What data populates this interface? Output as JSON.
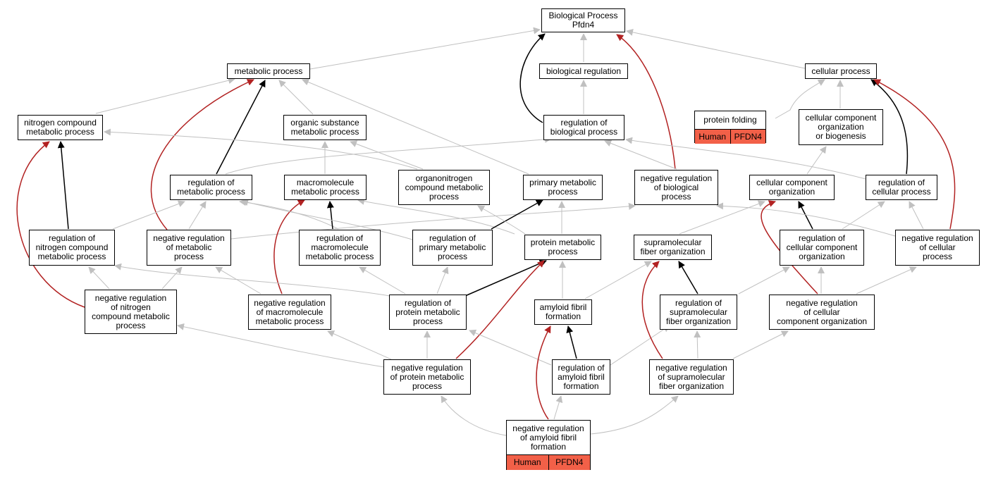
{
  "colors": {
    "edge_default": "#c0c0c0",
    "edge_black": "#000000",
    "edge_red": "#b22222",
    "annotation_fill": "#f26048",
    "node_border": "#000000"
  },
  "nodes": {
    "bp": {
      "label": "Biological Process\nPfdn4"
    },
    "mp": {
      "label": "metabolic process"
    },
    "br": {
      "label": "biological regulation"
    },
    "cp": {
      "label": "cellular process"
    },
    "nc": {
      "label": "nitrogen compound\nmetabolic process"
    },
    "os": {
      "label": "organic substance\nmetabolic process"
    },
    "rbp": {
      "label": "regulation of\nbiological process"
    },
    "ccob": {
      "label": "cellular component\norganization\nor biogenesis"
    },
    "rmp": {
      "label": "regulation of\nmetabolic process"
    },
    "mm": {
      "label": "macromolecule\nmetabolic process"
    },
    "ocm": {
      "label": "organonitrogen\ncompound metabolic\nprocess"
    },
    "pmp": {
      "label": "primary metabolic\nprocess"
    },
    "nrbp": {
      "label": "negative regulation\nof biological\nprocess"
    },
    "cco": {
      "label": "cellular component\norganization"
    },
    "rcp": {
      "label": "regulation of\ncellular process"
    },
    "rnc": {
      "label": "regulation of\nnitrogen compound\nmetabolic process"
    },
    "nrmp": {
      "label": "negative regulation\nof metabolic\nprocess"
    },
    "rmm": {
      "label": "regulation of\nmacromolecule\nmetabolic process"
    },
    "rpmp": {
      "label": "regulation of\nprimary metabolic\nprocess"
    },
    "prmp": {
      "label": "protein metabolic\nprocess"
    },
    "sfo": {
      "label": "supramolecular\nfiber organization"
    },
    "rcco": {
      "label": "regulation of\ncellular component\norganization"
    },
    "nrcp": {
      "label": "negative regulation\nof cellular\nprocess"
    },
    "nrnc": {
      "label": "negative regulation\nof nitrogen\ncompound metabolic\nprocess"
    },
    "nrmm": {
      "label": "negative regulation\nof macromolecule\nmetabolic process"
    },
    "rprm": {
      "label": "regulation of\nprotein metabolic\nprocess"
    },
    "aff": {
      "label": "amyloid fibril\nformation"
    },
    "rsfo": {
      "label": "regulation of\nsupramolecular\nfiber organization"
    },
    "nrcco": {
      "label": "negative regulation\nof cellular\ncomponent organization"
    },
    "nrprm": {
      "label": "negative regulation\nof protein metabolic\nprocess"
    },
    "raff": {
      "label": "regulation of\namyloid fibril\nformation"
    },
    "nrsfo": {
      "label": "negative regulation\nof supramolecular\nfiber organization"
    }
  },
  "annotated": {
    "pf": {
      "label": "protein folding",
      "species": "Human",
      "gene": "PFDN4"
    },
    "nraff": {
      "label": "negative regulation\nof amyloid fibril\nformation",
      "species": "Human",
      "gene": "PFDN4"
    }
  }
}
